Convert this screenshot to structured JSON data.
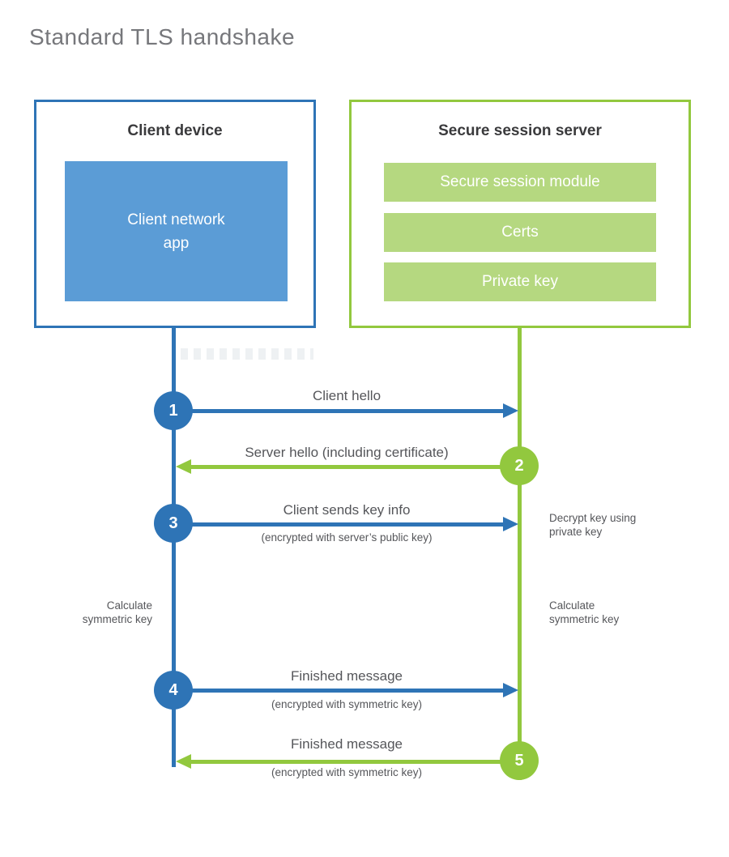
{
  "page": {
    "title": "Standard TLS handshake"
  },
  "colors": {
    "blue": "#2e74b6",
    "blue_fill": "#5b9cd6",
    "green": "#92c83e",
    "green_fill": "#b5d880",
    "title_text": "#76777b",
    "heading_text": "#3a3a3c",
    "label_text": "#55565a"
  },
  "client": {
    "title": "Client device",
    "app_label": "Client network\napp"
  },
  "server": {
    "title": "Secure session server",
    "modules": [
      "Secure session module",
      "Certs",
      "Private key"
    ]
  },
  "steps": [
    {
      "num": "1",
      "label": "Client hello",
      "sublabel": "",
      "direction": "right",
      "color": "blue"
    },
    {
      "num": "2",
      "label": "Server hello (including certificate)",
      "sublabel": "",
      "direction": "left",
      "color": "green"
    },
    {
      "num": "3",
      "label": "Client sends key info",
      "sublabel": "(encrypted with server’s public key)",
      "direction": "right",
      "color": "blue"
    },
    {
      "num": "4",
      "label": "Finished message",
      "sublabel": "(encrypted with symmetric key)",
      "direction": "right",
      "color": "blue"
    },
    {
      "num": "5",
      "label": "Finished message",
      "sublabel": "(encrypted with symmetric key)",
      "direction": "left",
      "color": "green"
    }
  ],
  "notes": {
    "decrypt": "Decrypt key using\nprivate key",
    "calculate_left": "Calculate\nsymmetric key",
    "calculate_right": "Calculate\nsymmetric key"
  }
}
